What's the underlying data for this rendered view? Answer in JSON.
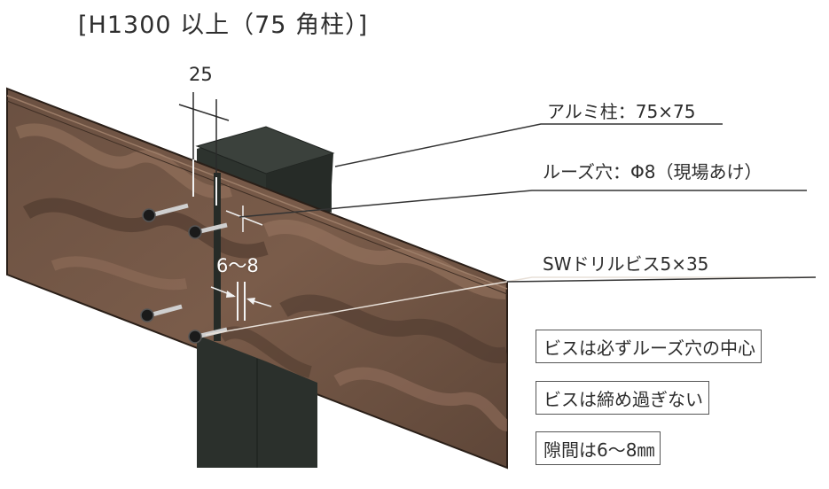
{
  "title": "[H1300 以上（75 角柱）]",
  "dimensions": {
    "spacing": "25",
    "gap": "6〜8"
  },
  "callouts": {
    "post": "アルミ柱：75×75",
    "loose_hole": "ルーズ穴：Φ8（現場あけ）",
    "screw": "SWドリルビス5×35"
  },
  "notes": [
    "ビスは必ずルーズ穴の中心",
    "ビスは締め過ぎない",
    "隙間は6〜8㎜"
  ],
  "colors": {
    "board": "#6e5242",
    "board_light": "#8c6a55",
    "board_dark": "#4e3a2f",
    "post": "#2b302c",
    "post_top": "#3a403b",
    "line": "#333333"
  }
}
